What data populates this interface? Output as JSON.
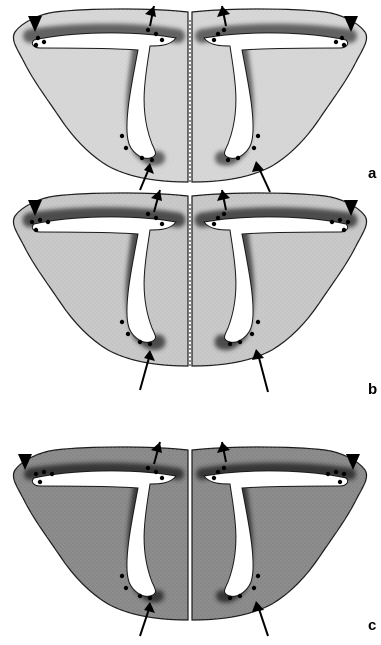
{
  "panels": [
    {
      "label": "a",
      "tissue_fill": "#d7d7d7",
      "speckle": "#b9b9b9"
    },
    {
      "label": "b",
      "tissue_fill": "#c9c9c9",
      "speckle": "#a9a9a9"
    },
    {
      "label": "c",
      "tissue_fill": "#8d8d8d",
      "speckle": "#6f6f6f"
    }
  ],
  "colors": {
    "outline": "#1a1a1a",
    "lumen": "#ffffff",
    "dark_band": "#3a3a3a",
    "dots": "#000000",
    "arrows": "#000000",
    "background": "#ffffff"
  },
  "icons": {
    "arrowhead": "filled-triangle-marker",
    "arrow": "black-arrow",
    "dots": "black-dot-marker"
  }
}
